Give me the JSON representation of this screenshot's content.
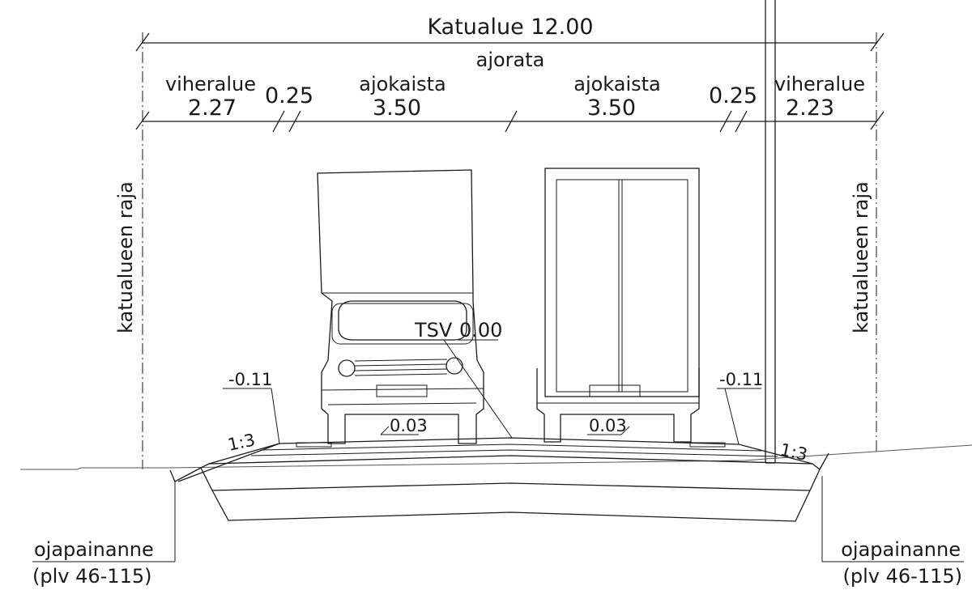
{
  "drawing": {
    "street_area": "Katualue 12.00",
    "carriageway": "ajorata",
    "green_left": {
      "label": "viheralue",
      "width": "2.27"
    },
    "edge_left": "0.25",
    "lane_left": {
      "label": "ajokaista",
      "width": "3.50"
    },
    "lane_right": {
      "label": "ajokaista",
      "width": "3.50"
    },
    "edge_right": "0.25",
    "green_right": {
      "label": "viheralue",
      "width": "2.23"
    },
    "boundary_left": "katualueen raja",
    "boundary_right": "katualueen raja",
    "tsv": "TSV",
    "tsv_level": "0.00",
    "level_left": "-0.11",
    "level_right": "-0.11",
    "slope_left_lane": "0.03",
    "slope_right_lane": "0.03",
    "embankment_left": "1:3",
    "embankment_right": "1:3",
    "ditch_left": {
      "label": "ojapainanne",
      "station": "(plv 46-115)"
    },
    "ditch_right": {
      "label": "ojapainanne",
      "station": "(plv 46-115)"
    }
  }
}
